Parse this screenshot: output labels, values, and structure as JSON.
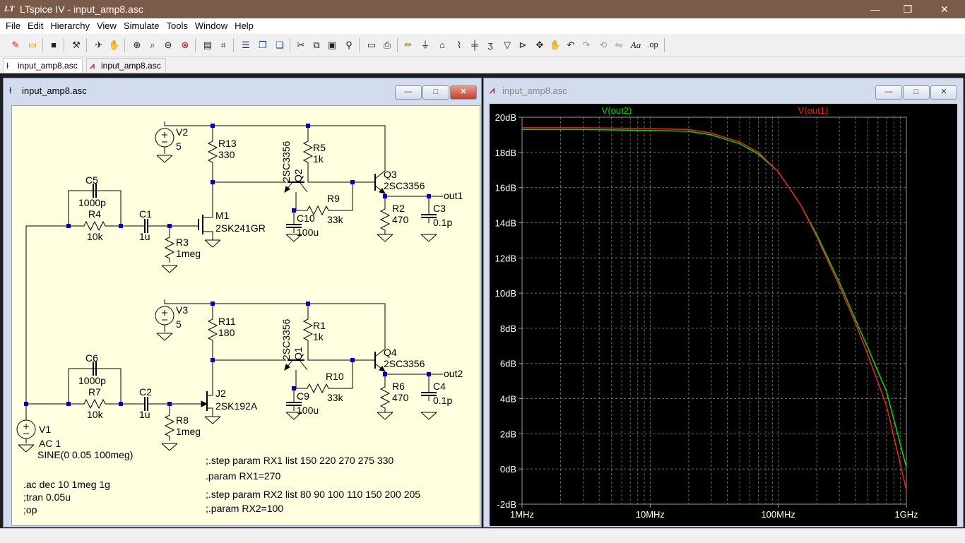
{
  "window": {
    "title": "LTspice IV - input_amp8.asc",
    "app_icon": "LT",
    "min": "—",
    "max": "❐",
    "close": "✕"
  },
  "menu": [
    "File",
    "Edit",
    "Hierarchy",
    "View",
    "Simulate",
    "Tools",
    "Window",
    "Help"
  ],
  "tabs": [
    {
      "label": "input_amp8.asc",
      "icon": "schematic-icon"
    },
    {
      "label": "input_amp8.asc",
      "icon": "waveform-icon"
    }
  ],
  "schematic_window": {
    "title": "input_amp8.asc",
    "min": "—",
    "max": "□",
    "close": "✕"
  },
  "waveform_window": {
    "title": "input_amp8.asc",
    "min": "—",
    "max": "□",
    "close": "✕"
  },
  "schematic": {
    "top": {
      "V2": "V2",
      "V2v": "5",
      "R13": "R13",
      "R13v": "330",
      "Q2": "Q2",
      "Q2m": "2SC3356",
      "R5": "R5",
      "R5v": "1k",
      "Q3": "Q3",
      "Q3m": "2SC3356",
      "out": "out1",
      "R9": "R9",
      "R9v": "33k",
      "R2": "R2",
      "R2v": "470",
      "C3": "C3",
      "C3v": "0.1p",
      "C5": "C5",
      "C5v": "1000p",
      "R4": "R4",
      "R4v": "10k",
      "C1": "C1",
      "C1v": "1u",
      "M": "M1",
      "Mm": "2SK241GR",
      "C10": "C10",
      "C10v": "100u",
      "R3": "R3",
      "R3v": "1meg"
    },
    "bottom": {
      "V3": "V3",
      "V3v": "5",
      "R11": "R11",
      "R11v": "180",
      "Q1": "Q1",
      "Q1m": "2SC3356",
      "R1": "R1",
      "R1v": "1k",
      "Q4": "Q4",
      "Q4m": "2SC3356",
      "out": "out2",
      "R10": "R10",
      "R10v": "33k",
      "R6": "R6",
      "R6v": "470",
      "C4": "C4",
      "C4v": "0.1p",
      "C6": "C6",
      "C6v": "1000p",
      "R7": "R7",
      "R7v": "10k",
      "C2": "C2",
      "C2v": "1u",
      "J": "J2",
      "Jm": "2SK192A",
      "C9": "C9",
      "C9v": "100u",
      "R8": "R8",
      "R8v": "1meg"
    },
    "V1": "V1",
    "V1ac": "AC 1",
    "V1sine": "SINE(0 0.05 100meg)",
    "directives": [
      ".ac dec 10 1meg 1g",
      ";tran 0.05u",
      ";op"
    ],
    "params": [
      ";.step param RX1 list  150 220 270 275 330",
      ".param RX1=270",
      ";.step param RX2 list   80 90 100 110 150 200 205",
      ";.param RX2=100"
    ]
  },
  "chart_data": {
    "type": "line",
    "title": "",
    "xlabel": "",
    "ylabel": "",
    "xscale": "log",
    "xlim": [
      1000000,
      1000000000
    ],
    "ylim": [
      -2,
      20
    ],
    "xticks": [
      "1MHz",
      "10MHz",
      "100MHz",
      "1GHz"
    ],
    "yticks": [
      "-2dB",
      "0dB",
      "2dB",
      "4dB",
      "6dB",
      "8dB",
      "10dB",
      "12dB",
      "14dB",
      "16dB",
      "18dB",
      "20dB"
    ],
    "grid": true,
    "legend": "top",
    "series": [
      {
        "name": "V(out2)",
        "color": "#00dd00",
        "x": [
          1000000,
          3000000,
          10000000,
          20000000,
          30000000,
          50000000,
          70000000,
          100000000,
          150000000,
          200000000,
          300000000,
          400000000,
          500000000,
          700000000,
          1000000000
        ],
        "y": [
          19.3,
          19.3,
          19.25,
          19.2,
          19.0,
          18.5,
          17.9,
          16.9,
          15.0,
          13.3,
          10.6,
          8.5,
          6.9,
          4.4,
          0.1
        ]
      },
      {
        "name": "V(out1)",
        "color": "#ee2020",
        "x": [
          1000000,
          3000000,
          10000000,
          20000000,
          30000000,
          50000000,
          70000000,
          100000000,
          150000000,
          200000000,
          300000000,
          400000000,
          500000000,
          700000000,
          1000000000
        ],
        "y": [
          19.4,
          19.4,
          19.35,
          19.3,
          19.1,
          18.6,
          18.0,
          16.9,
          15.0,
          13.2,
          10.4,
          8.3,
          6.5,
          3.6,
          -1.2
        ]
      }
    ]
  }
}
